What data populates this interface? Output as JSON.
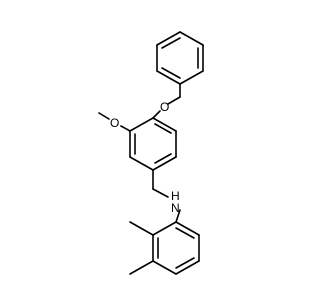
{
  "molecule": {
    "atom_labels": {
      "ether_oxygen": "O",
      "methoxy_oxygen": "O",
      "amine_nitrogen": "N",
      "amine_hydrogen": "H"
    }
  }
}
